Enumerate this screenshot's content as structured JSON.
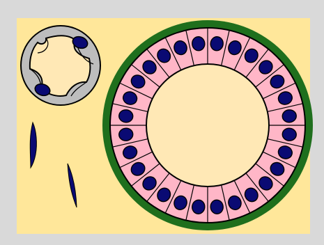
{
  "colors": {
    "frame": "#d9d9d9",
    "tissue_background": "#ffe79a",
    "lumen": "#ffe8b5",
    "epithelial_cell": "#ffb6c7",
    "nucleus": "#0a0a73",
    "basement_band": "#1f6f1d",
    "capillary_wall": "#bdbdbd",
    "outline": "#000000"
  },
  "icons": {
    "large_structure": "tubule-cross-section-icon",
    "small_structure": "capillary-cross-section-icon",
    "cell": "epithelial-cell-icon",
    "nucleus": "nucleus-icon",
    "fibroblast": "fibroblast-icon"
  },
  "tubule": {
    "cell_count": 28
  },
  "capillary": {
    "nucleus_count": 2
  },
  "fibroblasts": {
    "count": 2
  }
}
